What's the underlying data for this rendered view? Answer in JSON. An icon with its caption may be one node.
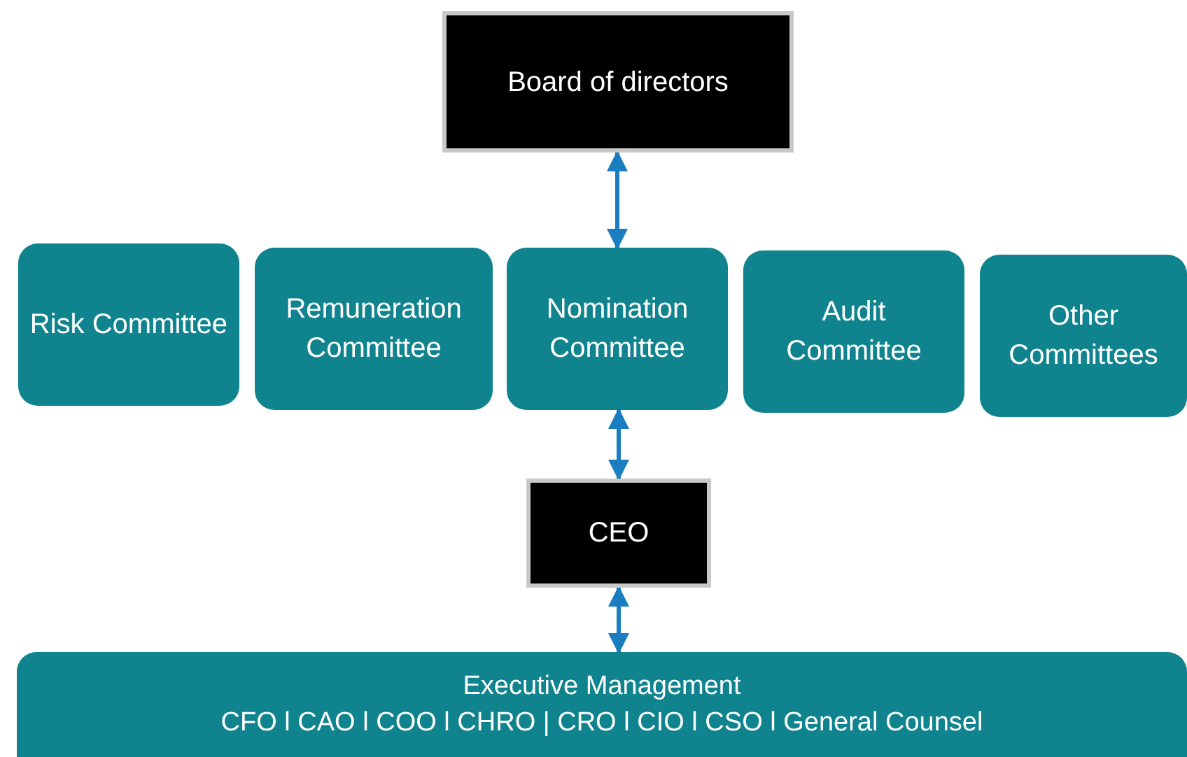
{
  "diagram": {
    "nodes": [
      {
        "text": [
          "Board of directors"
        ]
      },
      {
        "text": [
          "Risk Committee"
        ]
      },
      {
        "text": [
          "Remuneration Committee"
        ]
      },
      {
        "text": [
          "Nomination Committee"
        ]
      },
      {
        "text": [
          "Audit Committee"
        ]
      },
      {
        "text": [
          "Other Committees"
        ]
      },
      {
        "text": [
          "CEO"
        ]
      },
      {
        "text": [
          "Executive Management",
          "CFO l CAO l COO l CHRO | CRO l CIO l CSO l General Counsel"
        ]
      }
    ],
    "edges": [
      {
        "from": 0,
        "to": 3,
        "arrow": "both"
      },
      {
        "from": 3,
        "to": 6,
        "arrow": "both"
      },
      {
        "from": 6,
        "to": 7,
        "arrow": "both"
      }
    ]
  }
}
